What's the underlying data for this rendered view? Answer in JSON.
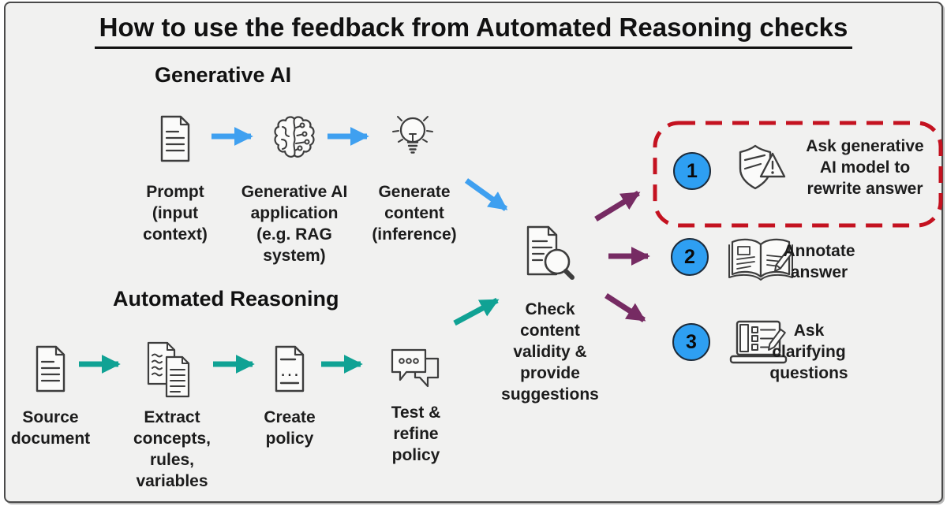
{
  "title": "How to use the feedback from Automated Reasoning checks",
  "generative_ai": {
    "heading": "Generative AI",
    "steps": [
      {
        "icon": "document-icon",
        "label": "Prompt\n(input\ncontext)"
      },
      {
        "icon": "brain-circuit-icon",
        "label": "Generative AI\napplication\n(e.g. RAG\nsystem)"
      },
      {
        "icon": "lightbulb-icon",
        "label": "Generate\ncontent\n(inference)"
      }
    ]
  },
  "automated_reasoning": {
    "heading": "Automated Reasoning",
    "steps": [
      {
        "icon": "document-icon",
        "label": "Source\ndocument"
      },
      {
        "icon": "documents-extract-icon",
        "label": "Extract\nconcepts,\nrules,\nvariables"
      },
      {
        "icon": "policy-document-icon",
        "label": "Create\npolicy"
      },
      {
        "icon": "chat-bubbles-icon",
        "label": "Test &\nrefine\npolicy"
      }
    ]
  },
  "check": {
    "icon": "document-search-icon",
    "label": "Check\ncontent\nvalidity &\nprovide\nsuggestions"
  },
  "options": [
    {
      "number": "1",
      "icon": "shield-alert-icon",
      "label": "Ask generative\nAI model to\nrewrite answer",
      "highlighted": "true"
    },
    {
      "number": "2",
      "icon": "open-book-pencil-icon",
      "label": "Annotate\nanswer",
      "highlighted": "false"
    },
    {
      "number": "3",
      "icon": "laptop-checklist-icon",
      "label": "Ask\nclarifying\nquestions",
      "highlighted": "false"
    }
  ],
  "icon_glyphs": {
    "policy_braces": "{ ... }"
  },
  "colors": {
    "background": "#f1f1f0",
    "frame_border": "#4a4a4a",
    "blue_arrow": "#3fa0f0",
    "teal_arrow": "#10a294",
    "purple_arrow": "#762b63",
    "red_dashed_box": "#c41220",
    "number_circle_fill": "#2e9ff2",
    "text": "#111111"
  }
}
